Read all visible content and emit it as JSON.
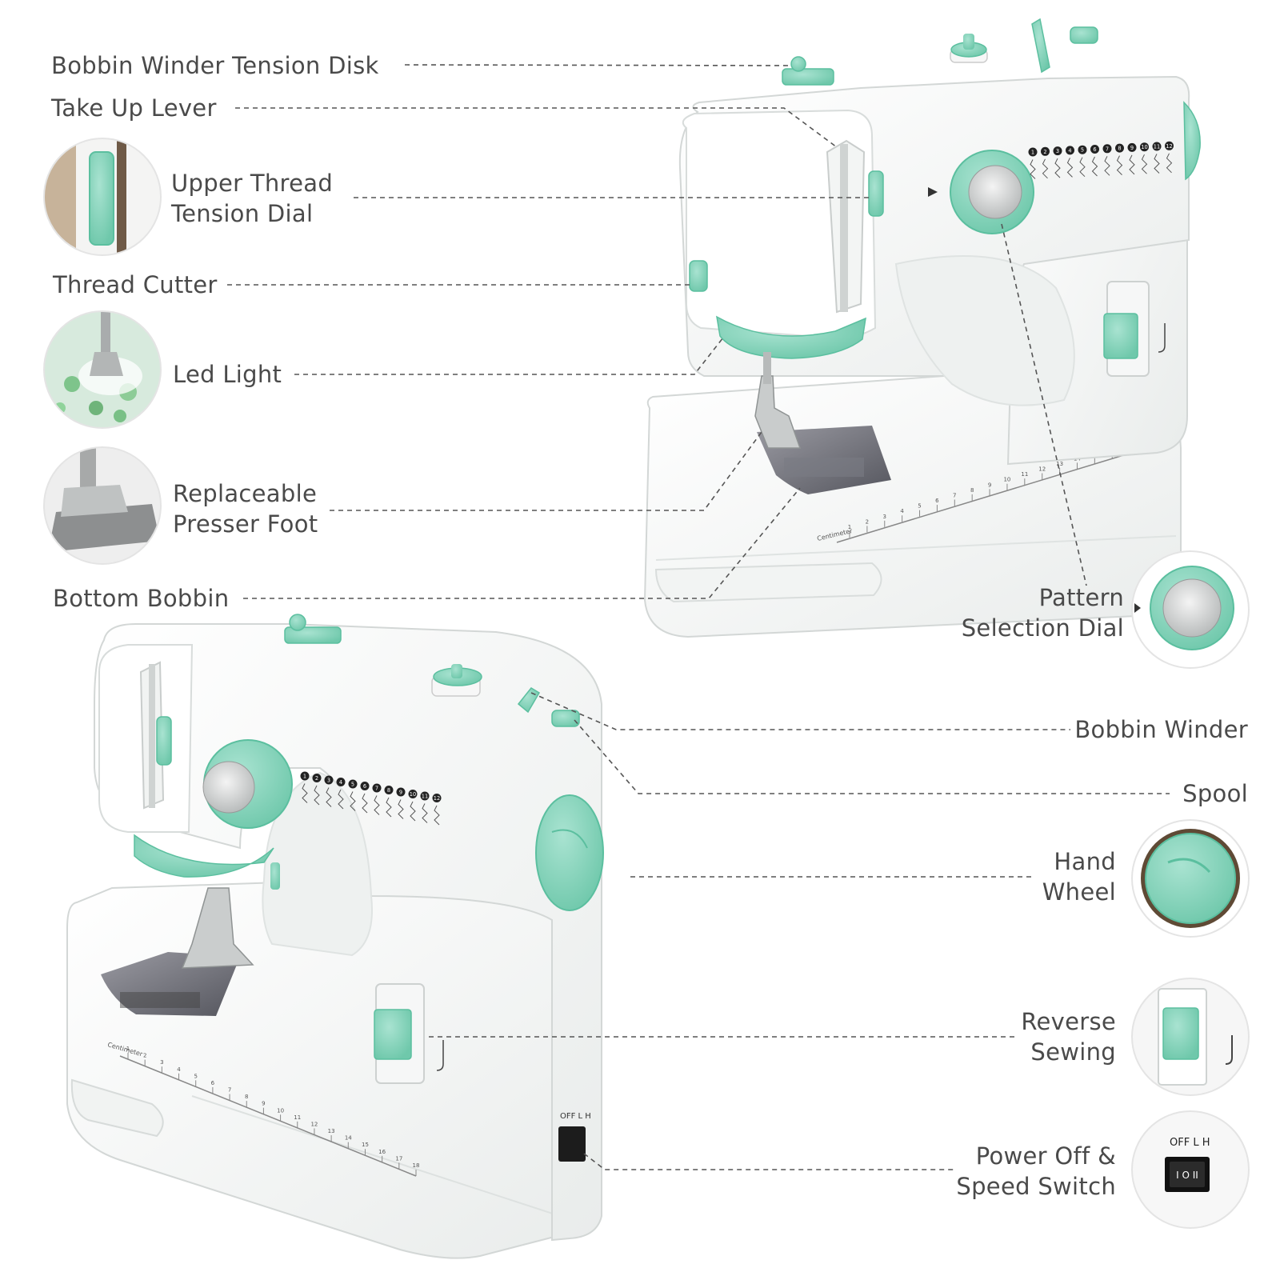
{
  "colors": {
    "accent": "#8fd6bf",
    "accent_dark": "#5bbf9f",
    "body": "#ffffff",
    "text": "#4a4a4a",
    "leader": "#555555"
  },
  "labels": {
    "bobbin_winder_tension_disk": "Bobbin Winder Tension Disk",
    "take_up_lever": "Take Up Lever",
    "upper_thread_tension_dial": [
      "Upper Thread",
      "Tension Dial"
    ],
    "thread_cutter": "Thread Cutter",
    "led_light": "Led Light",
    "replaceable_presser_foot": [
      "Replaceable",
      "Presser Foot"
    ],
    "bottom_bobbin": "Bottom Bobbin",
    "pattern_selection_dial": [
      "Pattern",
      "Selection Dial"
    ],
    "bobbin_winder": "Bobbin Winder",
    "spool": "Spool",
    "hand_wheel": [
      "Hand",
      "Wheel"
    ],
    "reverse_sewing": [
      "Reverse",
      "Sewing"
    ],
    "power_speed_switch": [
      "Power Off &",
      "Speed Switch"
    ]
  },
  "machine": {
    "pattern_numbers": [
      "1",
      "2",
      "3",
      "4",
      "5",
      "6",
      "7",
      "8",
      "9",
      "10",
      "11",
      "12"
    ],
    "ruler_caption": "Centimeter",
    "ruler_numbers": [
      "1",
      "2",
      "3",
      "4",
      "5",
      "6",
      "7",
      "8",
      "9",
      "10",
      "11",
      "12",
      "13",
      "14",
      "15",
      "16",
      "17",
      "18"
    ],
    "switch_markings": [
      "OFF",
      "L",
      "H"
    ],
    "switch_face": "I O II"
  }
}
